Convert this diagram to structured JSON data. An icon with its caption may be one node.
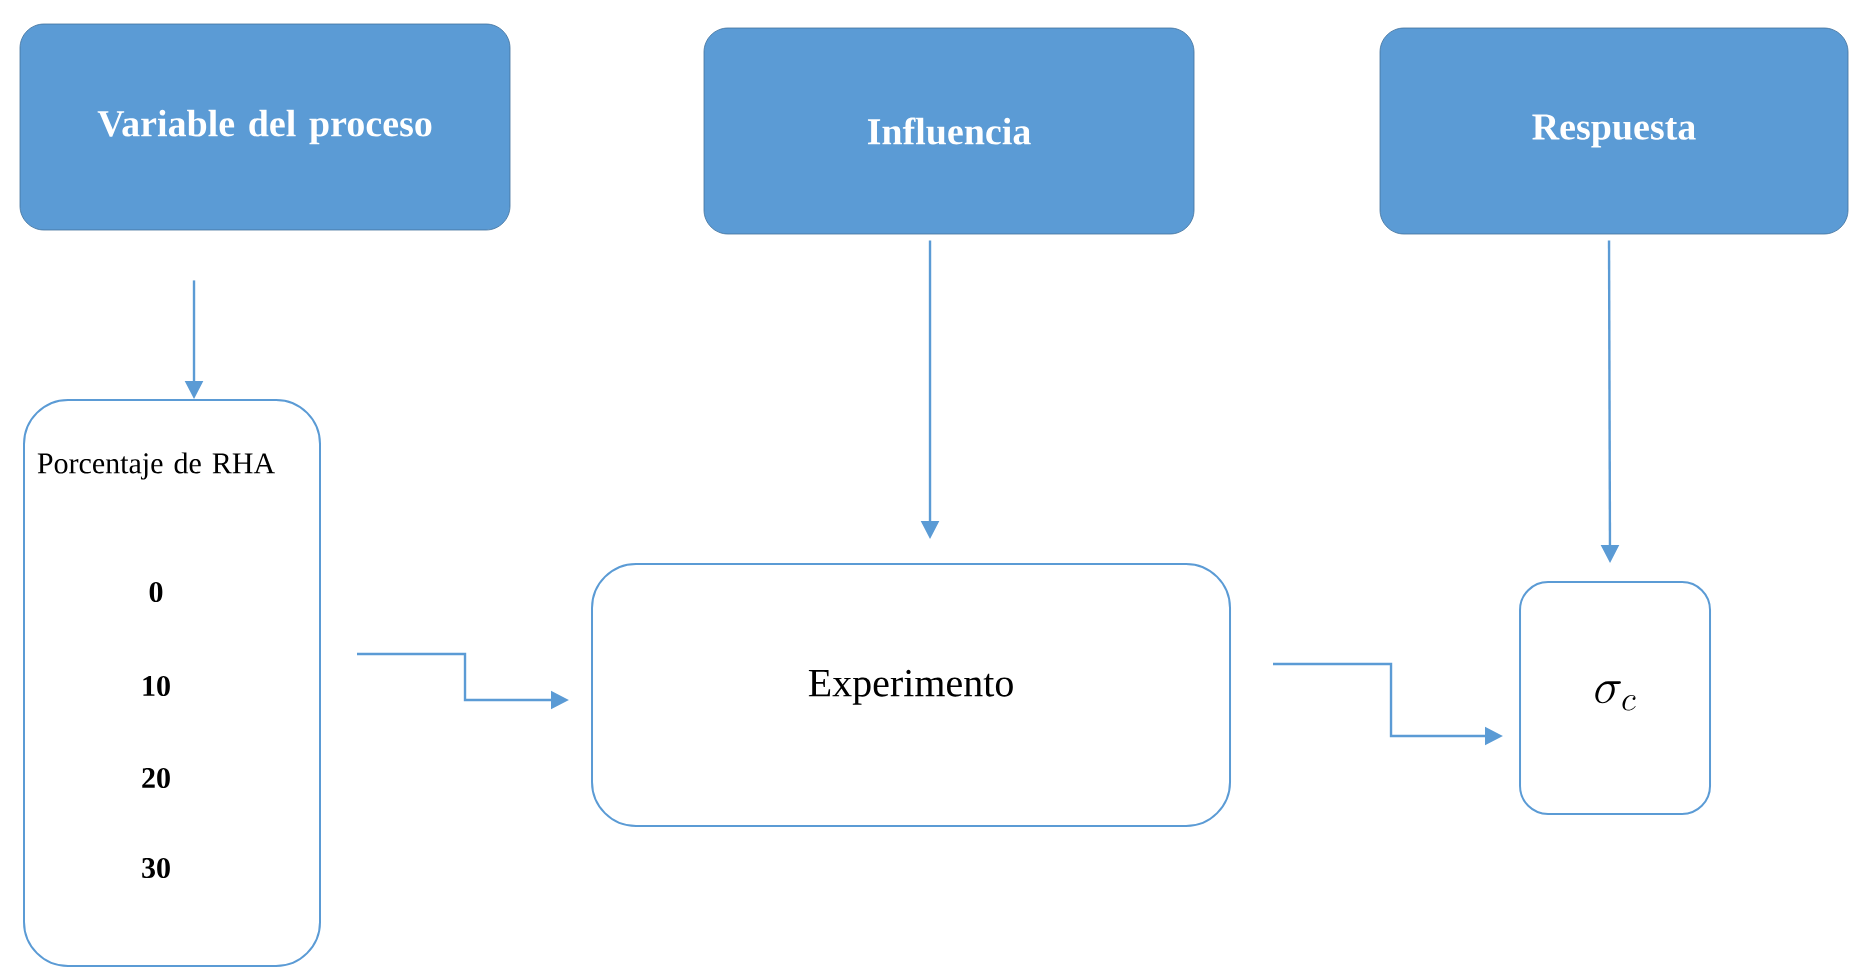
{
  "diagram": {
    "nodes": [
      {
        "text": [
          "Variable del proceso"
        ]
      },
      {
        "text": [
          "Influencia"
        ]
      },
      {
        "text": [
          "Respuesta"
        ]
      },
      {
        "text": [
          "Porcentaje de RHA",
          "0",
          "10",
          "20",
          "30"
        ]
      },
      {
        "text": [
          "Experimento"
        ]
      },
      {
        "text": [
          "\\sigma_c"
        ]
      }
    ],
    "edges": [
      {
        "from": 0,
        "to": 3,
        "arrow": "to"
      },
      {
        "from": 1,
        "to": 4,
        "arrow": "to"
      },
      {
        "from": 2,
        "to": 5,
        "arrow": "to"
      },
      {
        "from": 3,
        "to": 4,
        "arrow": "to"
      },
      {
        "from": 4,
        "to": 5,
        "arrow": "to"
      }
    ]
  }
}
